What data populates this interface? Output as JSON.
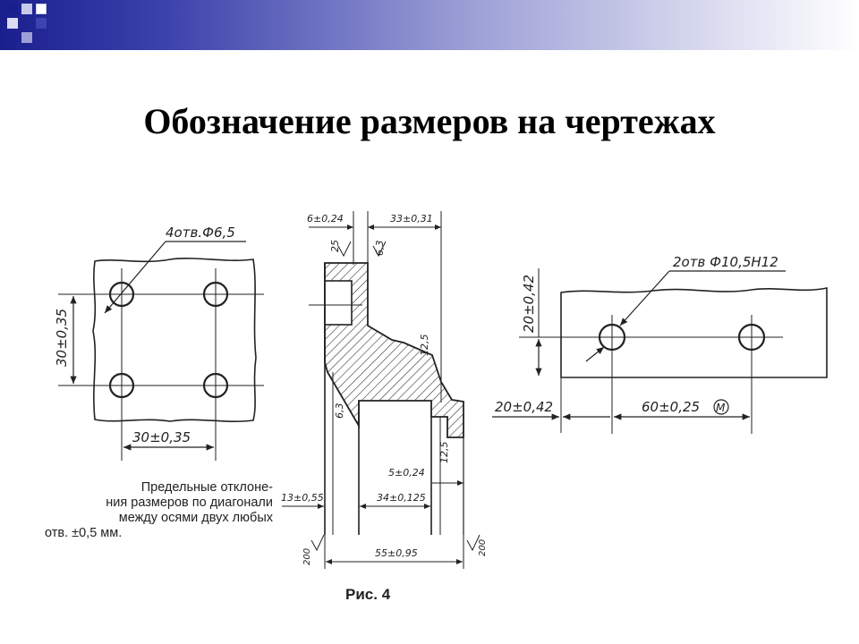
{
  "slide": {
    "title": "Обозначение размеров на чертежах",
    "accent_colors": [
      "#1a1f8e",
      "#3e44ad",
      "#9da0d6"
    ]
  },
  "figure1": {
    "holes_callout": "4отв.Ф6,5",
    "vertical_dim": "30±0,35",
    "horizontal_dim": "30±0,35",
    "note_lines": [
      "Предельные отклоне-",
      "ния размеров по диагонали",
      "между осями двух любых",
      "отв. ±0,5 мм."
    ]
  },
  "figure2": {
    "dims": {
      "d6": "6±0,24",
      "d33": "33±0,31",
      "r25": "25",
      "r63": "6,3",
      "r125a": "12,5",
      "r63b": "6,3",
      "r125b": "12,5",
      "d5": "5±0,24",
      "d13": "13±0,55",
      "d34": "34±0,125",
      "d55": "55±0,95",
      "r200a": "200",
      "r200b": "200"
    },
    "caption": "Рис. 4"
  },
  "figure3": {
    "holes_callout": "2отв Ф10,5Н12",
    "vertical_dim": "20±0,42",
    "left_dim": "20±0,42",
    "center_dim": "60±0,25",
    "mark": "М"
  }
}
